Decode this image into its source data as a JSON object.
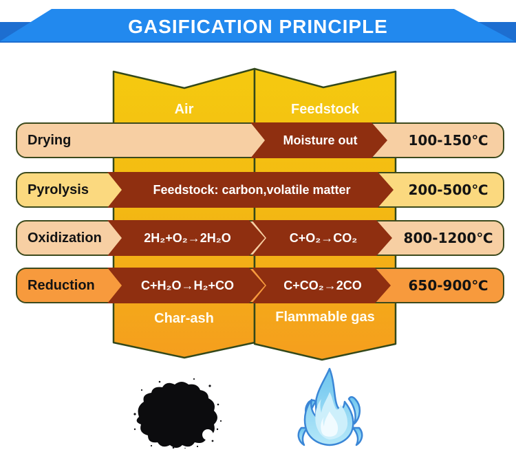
{
  "banner": {
    "title": "GASIFICATION PRINCIPLE"
  },
  "columns": {
    "left": {
      "top_label": "Air",
      "bottom_label": "Char-ash"
    },
    "right": {
      "top_label": "Feedstock",
      "bottom_label": "Flammable gas"
    }
  },
  "rows": [
    {
      "label": "Drying",
      "arrows": [
        "Moisture out"
      ],
      "temperature": "100-150℃"
    },
    {
      "label": "Pyrolysis",
      "arrows": [
        "Feedstock: carbon,volatile matter"
      ],
      "temperature": "200-500℃"
    },
    {
      "label": "Oxidization",
      "arrows": [
        "2H₂+O₂→2H₂O",
        "C+O₂→CO₂"
      ],
      "temperature": "800-1200℃"
    },
    {
      "label": "Reduction",
      "arrows": [
        "C+H₂O→H₂+CO",
        "C+CO₂→2CO"
      ],
      "temperature": "650-900℃"
    }
  ],
  "images": {
    "char": "char-ash-powder-pile",
    "flame": "blue-flammable-gas-flame"
  },
  "colors": {
    "banner_blue": "#2289ee",
    "banner_blue_dark": "#1d6ed0",
    "column_yellow_top": "#f5ca10",
    "column_orange_bottom": "#f59e1e",
    "outline_green": "#33481a",
    "row_drying_bg": "#f7cfa3",
    "row_pyrolysis_bg": "#fbd97f",
    "row_oxidization_bg": "#f7cfa3",
    "row_reduction_bg": "#f79a3d",
    "arrow_maroon": "#8f2f10",
    "flame_blue": "#3a86d6"
  }
}
